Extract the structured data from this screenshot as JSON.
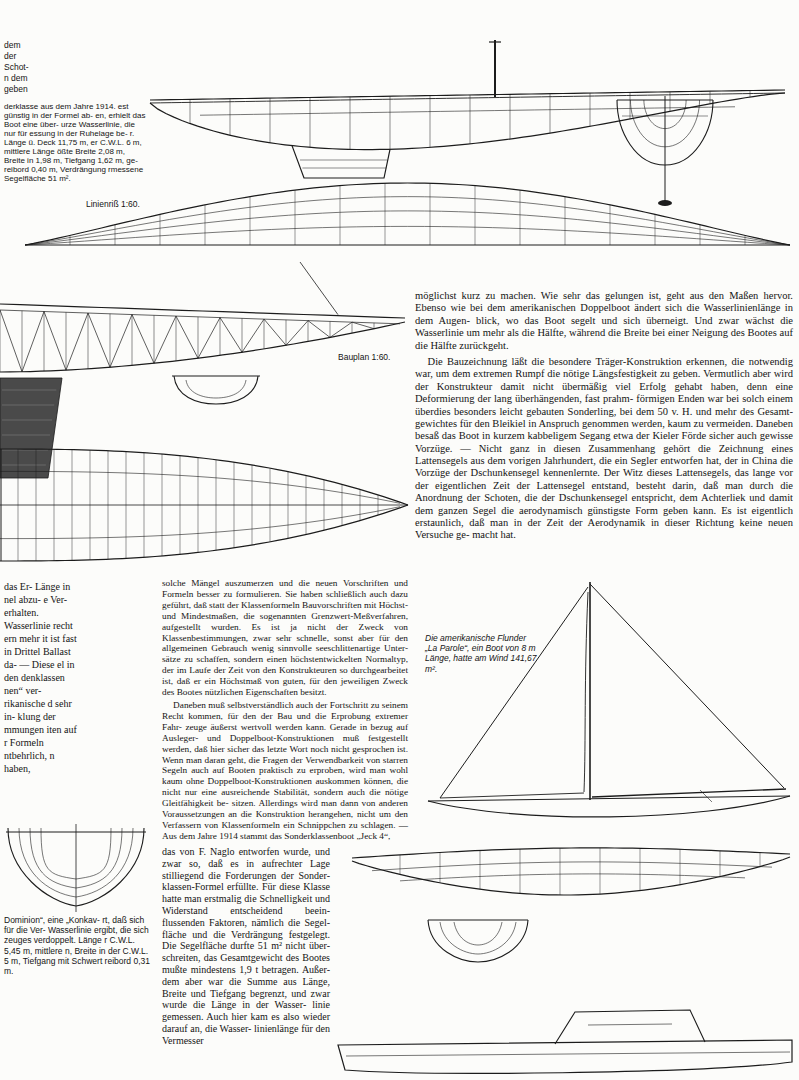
{
  "diagram": {
    "labels": [
      "dem der Schot- n dem geben",
      "derklasse aus dem Jahre 1914. est günstig in der Formel ab- en, erhielt das Boot eine über- urze Wasserlinie, die nur für essung in der Ruhelage be- r. Länge ü. Deck 11,75 m, er C.W.L. 6 m, mittlere Länge ößte Breite 2,08 m, Breite in 1,98 m, Tiefgang 1,62 m, ge- reibord 0,40 m, Verdrängung rmessene Segelfläche 51 m².",
      "Linienriß 1:60.",
      "Bauplan 1:60.",
      "möglichst kurz zu machen. Wie sehr das gelungen ist, geht aus den Maßen hervor. Ebenso wie bei dem amerikanischen Doppelboot ändert sich die Wasserlinienlänge in dem Augen- blick, wo das Boot segelt und sich überneigt. Und zwar wächst die Wasserlinie um mehr als die Hälfte, während die Breite bei einer Neigung des Bootes auf die Hälfte zurückgeht.",
      "Die Bauzeichnung läßt die besondere Träger-Konstruktion erkennen, die notwendig war, um dem extremen Rumpf die nötige Längsfestigkeit zu geben. Vermutlich aber wird der Konstrukteur damit nicht übermäßig viel Erfolg gehabt haben, denn eine Deformierung der lang überhängenden, fast prahm- förmigen Enden war bei solch einem überdies besonders leicht gebauten Sonderling, bei dem 50 v. H. und mehr des Gesamt- gewichtes für den Bleikiel in Anspruch genommen werden, kaum zu vermeiden. Daneben besaß das Boot in kurzem kabbeligem Segang etwa der Kieler Förde sicher auch gewisse Vorzüge. — Nicht ganz in diesen Zusammenhang gehört die Zeichnung eines Lattensegels aus dem vorigen Jahrhundert, die ein Segler entworfen hat, der in China die Vorzüge der Dschunkensegel kennenlernte. Der Witz dieses Lattensegels, das lange vor der eigentlichen Zeit der Lattensegel entstand, besteht darin, daß man durch die Anordnung der Schoten, die der Dschunkensegel entspricht, dem Achterliek und damit dem ganzen Segel die aerodynamisch günstigste Form geben kann. Es ist eigentlich erstaunlich, daß man in der Zeit der Aerodynamik in dieser Richtung keine neuen Versuche ge- macht hat.",
      "das Er- Länge in nel abzu- e Ver- erhalten. Wasserlinie recht ern mehr it ist fast in Drittel Ballast da- — Diese el in den denklassen nen“ ver- rikanische d sehr in- klung der mmungen iten auf r Formeln ntbehrlich, n haben,",
      "solche Mängel auszumerzen und die neuen Vorschriften und Formeln besser zu formulieren. Sie haben schließlich auch dazu geführt, daß statt der Klassenformeln Bauvorschriften mit Höchst- und Mindestmaßen, die sogenannten Grenzwert-Meßverfahren, aufgestellt wurden. Es ist ja nicht der Zweck von Klassenbestimmungen, zwar sehr schnelle, sonst aber für den allgemeinen Gebrauch wenig sinnvolle seeschlittenartige Unter- sätze zu schaffen, sondern einen höchstentwickelten Normaltyp, der im Laufe der Zeit von den Konstrukteuren so durchgearbeitet ist, daß er ein Höchstmaß von guten, für den jeweiligen Zweck des Bootes nützlichen Eigenschaften besitzt.",
      "Daneben muß selbstverständlich auch der Fortschritt zu seinem Recht kommen, für den der Bau und die Erprobung extremer Fahr- zeuge äußerst wertvoll werden kann. Gerade in bezug auf Ausleger- und Doppelboot-Konstruktionen muß festgestellt werden, daß hier sicher das letzte Wort noch nicht gesprochen ist. Wenn man daran geht, die Fragen der Verwendbarkeit von starren Segeln auch auf Booten praktisch zu erproben, wird man wohl kaum ohne Doppelboot-Konstruktionen auskommen können, die nicht nur eine ausreichende Stabilität, sondern auch die nötige Gleitfähigkeit be- sitzen. Allerdings wird man dann von anderen Voraussetzungen an die Konstruktion herangehen, nicht um den Verfassern von Klassenformeln ein Schnippchen zu schlagen. — Aus dem Jahre 1914 stammt das Sonderklassenboot „Jeck 4“,",
      "das von F. Naglo entworfen wurde, und zwar so, daß es in aufrechter Lage stilliegend die Forderungen der Sonder- klassen-Formel erfüllte. Für diese Klasse hatte man erstmalig die Schnelligkeit und Widerstand entscheidend beein- flussenden Faktoren, nämlich die Segel- fläche und die Verdrängung festgelegt. Die Segelfläche durfte 51 m² nicht über- schreiten, das Gesamtgewicht des Bootes mußte mindestens 1,9 t betragen. Außer- dem aber war die Summe aus Länge, Breite und Tiefgang begrenzt, und zwar wurde die Länge in der Wasser- linie gemessen. Auch hier kam es also wieder darauf an, die Wasser- linienlänge für den Vermesser",
      "Die amerikanische Flunder „La Parole“, ein Boot von 8 m Länge, hatte am Wind 141,67 m².",
      "Dominion“, eine „Konkav- rt, daß sich für die Ver- Wasserlinie ergibt, die sich zeuges verdoppelt. Länge r C.W.L. 5,45 m, mittlere n, Breite in der C.W.L. 5 m, Tiefgang mit Schwert reibord 0,31 m."
    ]
  }
}
